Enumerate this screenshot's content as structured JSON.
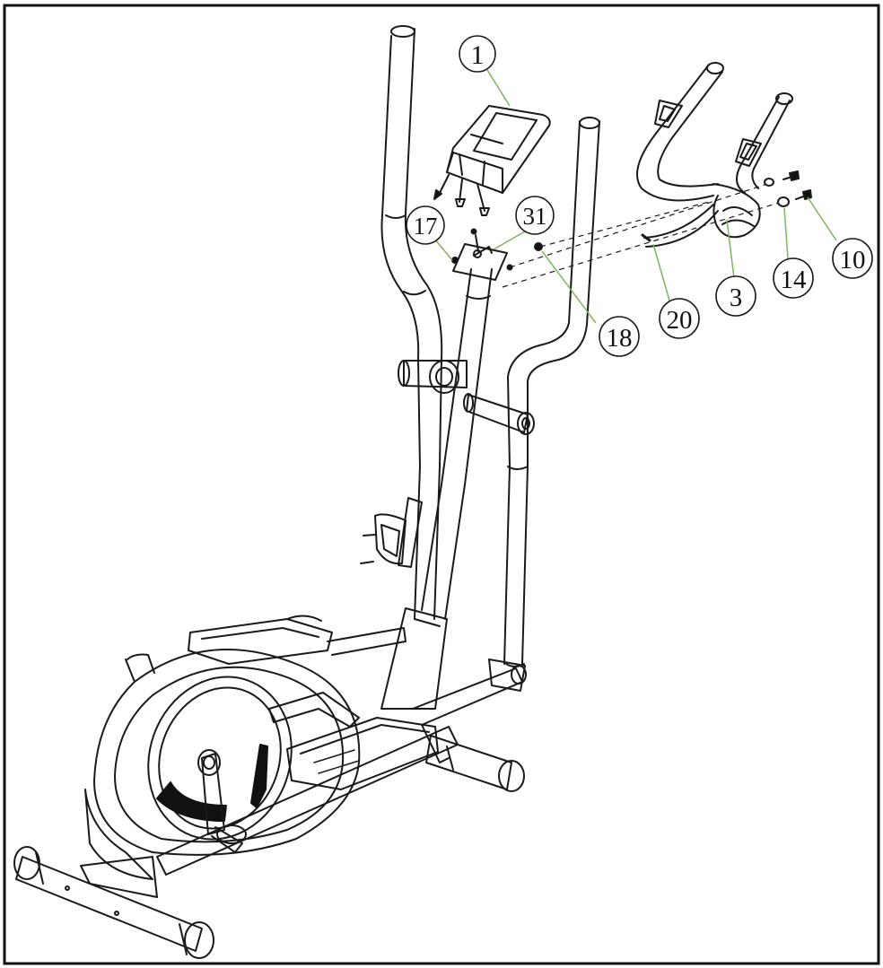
{
  "colors": {
    "line": "#1a1a1a",
    "leader": "#7bb661",
    "fill": "#ffffff",
    "dark": "#111111"
  },
  "callouts": {
    "c1": "1",
    "c17": "17",
    "c31": "31",
    "c18": "18",
    "c20": "20",
    "c3": "3",
    "c14": "14",
    "c10": "10"
  }
}
